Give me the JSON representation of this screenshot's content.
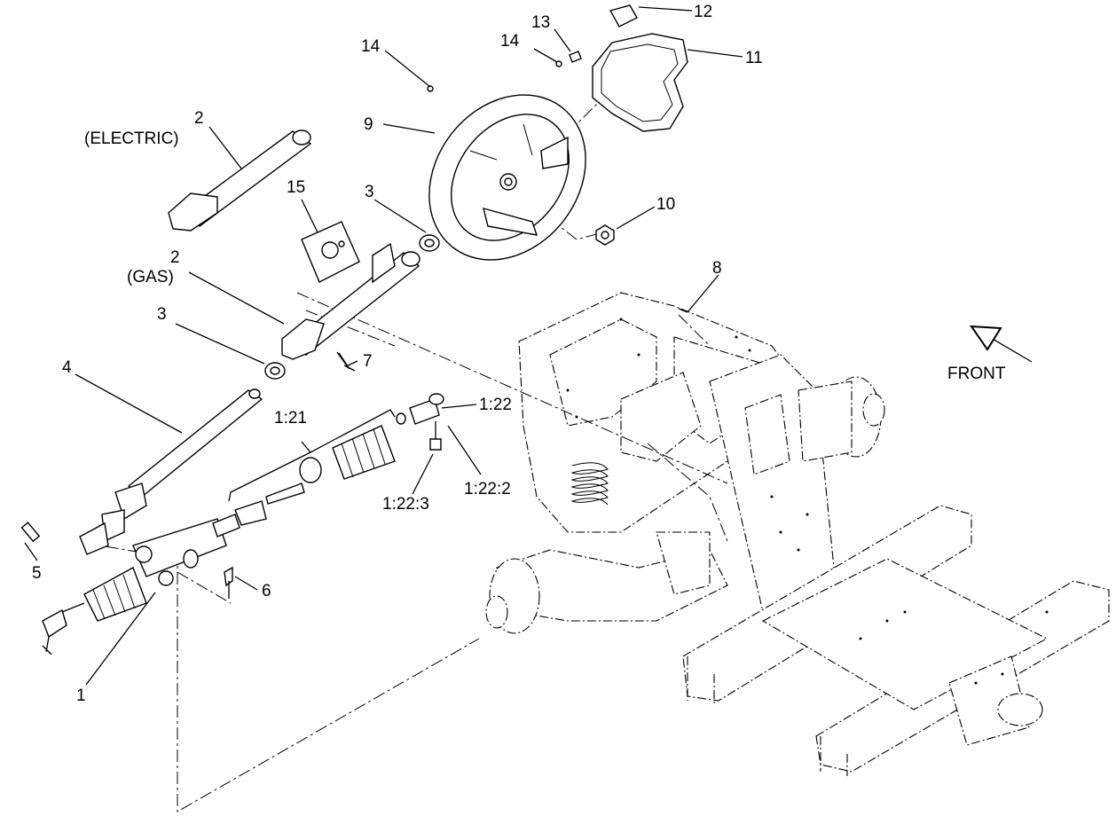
{
  "labels": {
    "p1": "1",
    "p2_electric": "2",
    "electric": "(ELECTRIC)",
    "p2_gas": "2",
    "gas": "(GAS)",
    "p3_left": "3",
    "p3_right": "3",
    "p4": "4",
    "p5": "5",
    "p6": "6",
    "p7": "7",
    "p8": "8",
    "p9": "9",
    "p10": "10",
    "p11": "11",
    "p12": "12",
    "p13": "13",
    "p14_left": "14",
    "p14_right": "14",
    "p15": "15",
    "p1_21": "1:21",
    "p1_22": "1:22",
    "p1_22_2": "1:22:2",
    "p1_22_3": "1:22:3",
    "front": "FRONT"
  }
}
